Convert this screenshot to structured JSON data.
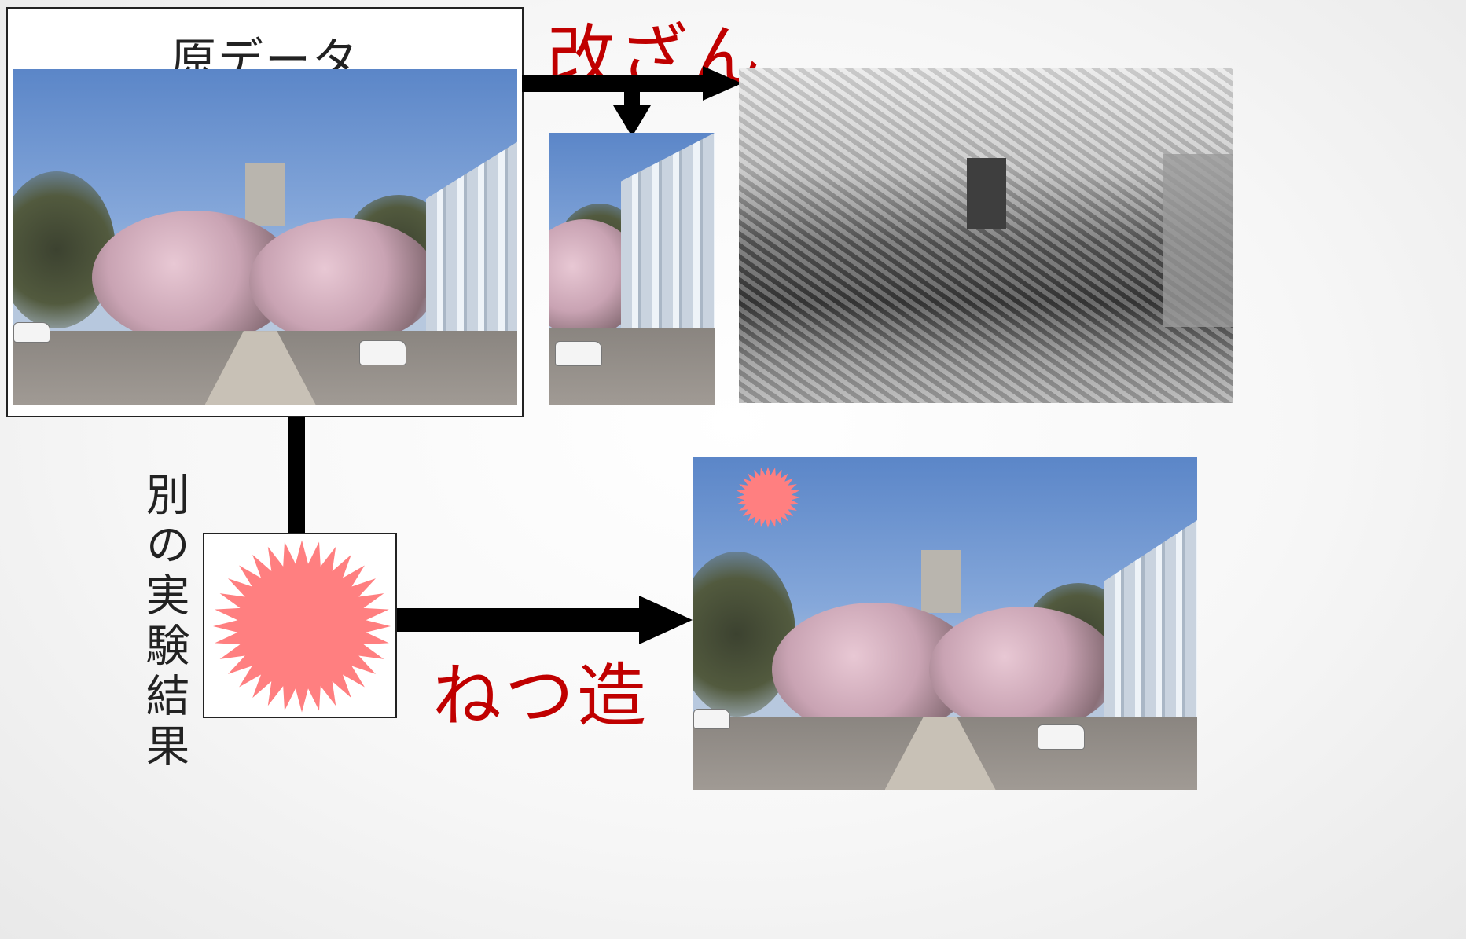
{
  "labels": {
    "original_data": "原データ",
    "tampering": "改ざん",
    "fabrication": "ねつ造",
    "other_experiment": "別の実験結果"
  },
  "colors": {
    "accent_red": "#c00000",
    "starburst": "#ff7f80",
    "arrow": "#000000"
  },
  "icons": {
    "starburst": "starburst-icon",
    "arrow": "arrow-icon"
  }
}
